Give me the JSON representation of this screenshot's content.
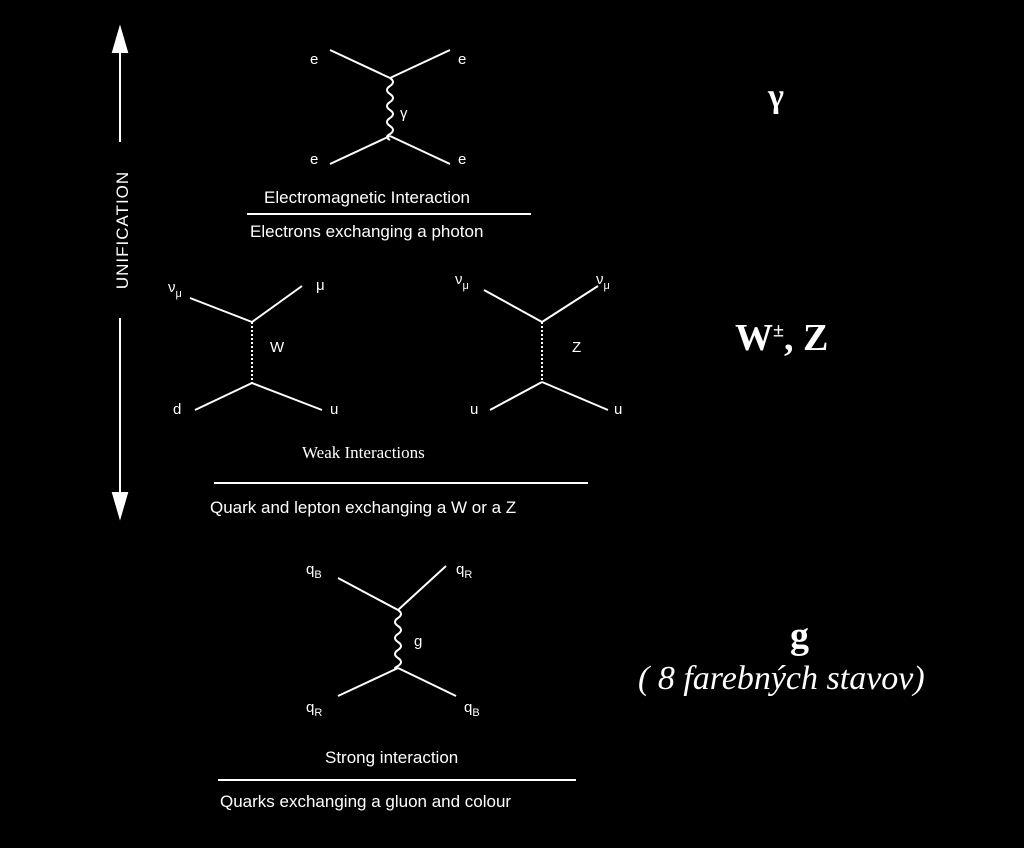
{
  "unification": {
    "label": "UNIFICATION"
  },
  "em": {
    "particles": {
      "top_left": "e",
      "top_right": "e",
      "bottom_left": "e",
      "bottom_right": "e",
      "mediator": "γ"
    },
    "title": "Electromagnetic Interaction",
    "subtitle": "Electrons exchanging a photon"
  },
  "weak": {
    "w_diagram": {
      "top_left_base": "ν",
      "top_left_sub": "μ",
      "top_right": "μ",
      "mediator": "W",
      "bottom_left": "d",
      "bottom_right": "u"
    },
    "z_diagram": {
      "top_left_base": "ν",
      "top_left_sub": "μ",
      "top_right_base": "ν",
      "top_right_sub": "μ",
      "mediator": "Z",
      "bottom_left": "u",
      "bottom_right": "u"
    },
    "title": "Weak Interactions",
    "subtitle": "Quark and lepton exchanging a W or a Z"
  },
  "strong": {
    "particles": {
      "top_left_base": "q",
      "top_left_sub": "B",
      "top_right_base": "q",
      "top_right_sub": "R",
      "bottom_left_base": "q",
      "bottom_left_sub": "R",
      "bottom_right_base": "q",
      "bottom_right_sub": "B",
      "mediator": "g"
    },
    "title": "Strong interaction",
    "subtitle": "Quarks  exchanging a gluon and colour"
  },
  "bosons": {
    "photon": "γ",
    "weak_w": "W",
    "weak_sup": "±",
    "weak_rest": ", Z",
    "gluon": "g",
    "gluon_note": "( 8 farebných stavov)"
  }
}
